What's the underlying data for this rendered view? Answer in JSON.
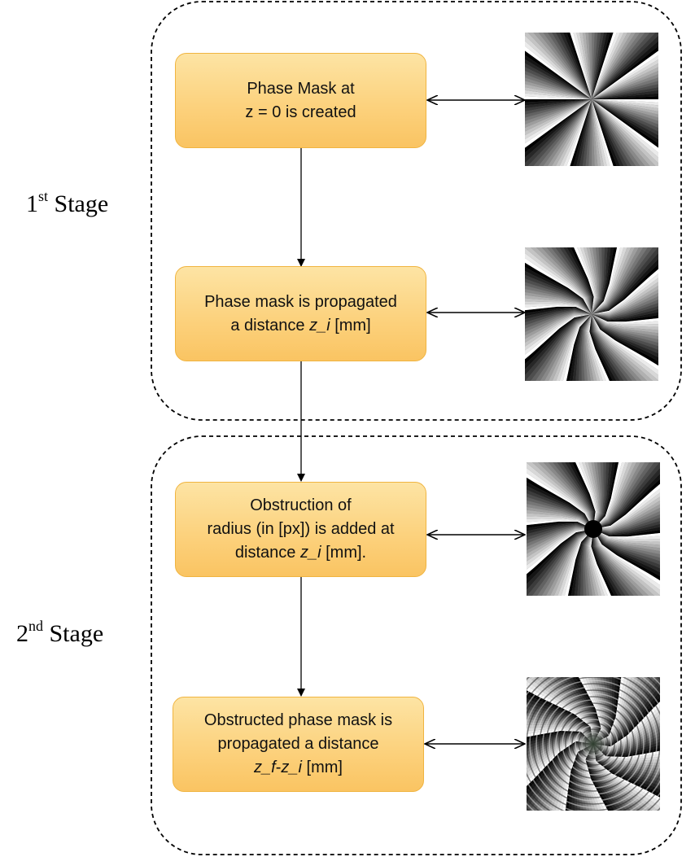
{
  "stages": [
    {
      "ord": "1",
      "sup": "st",
      "word": "Stage"
    },
    {
      "ord": "2",
      "sup": "nd",
      "word": "Stage"
    }
  ],
  "steps": [
    {
      "line1": "Phase Mask at",
      "line2": "z = 0 is created",
      "line3": "",
      "mask_icon": "radial-phase-mask-icon"
    },
    {
      "line1": "Phase mask is propagated",
      "line2_pre": "a distance ",
      "line2_var": "z_i",
      "line2_post": " [mm]",
      "mask_icon": "propagated-phase-mask-icon"
    },
    {
      "line1": "Obstruction of",
      "line2": "radius (in [px]) is added at",
      "line3_pre": "distance ",
      "line3_var": "z_i",
      "line3_post": " [mm].",
      "mask_icon": "obstructed-phase-mask-icon"
    },
    {
      "line1": "Obstructed phase mask is",
      "line2": "propagated a distance",
      "line3_var1": "z_f",
      "line3_dash": "-",
      "line3_var2": "z_i",
      "line3_post": " [mm]",
      "mask_icon": "final-propagated-mask-icon"
    }
  ],
  "colors": {
    "box_top": "#fde4a4",
    "box_bottom": "#fac462",
    "box_border": "#f0b440"
  }
}
